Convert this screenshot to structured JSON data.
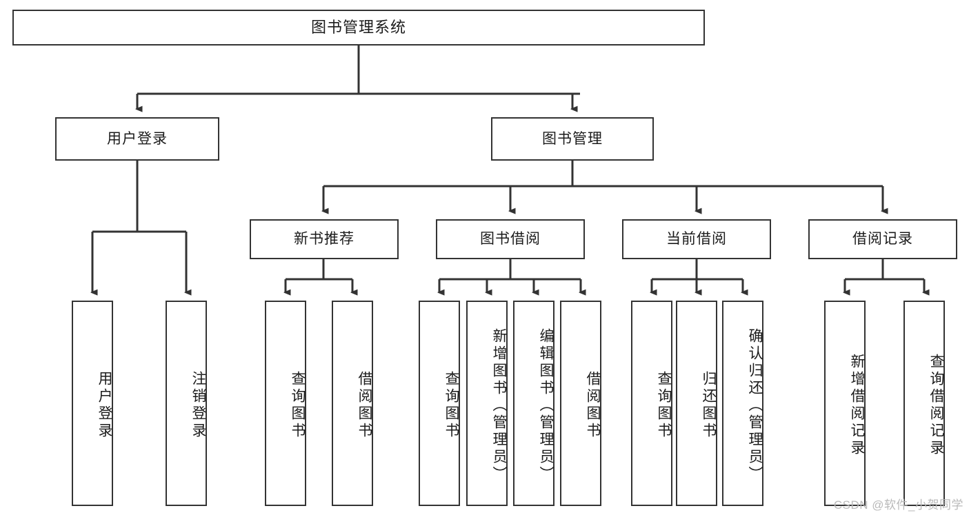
{
  "diagram": {
    "type": "tree",
    "title": "图书管理系统",
    "orientation": "top-down",
    "colors": {
      "background": "#ffffff",
      "line": "#333333",
      "border": "#333333",
      "text": "#1b1b1b",
      "watermark": "#b9b9b9"
    },
    "root": {
      "label": "图书管理系统"
    },
    "level2": [
      {
        "label": "用户登录"
      },
      {
        "label": "图书管理"
      }
    ],
    "level3": [
      {
        "label": "新书推荐"
      },
      {
        "label": "图书借阅"
      },
      {
        "label": "当前借阅"
      },
      {
        "label": "借阅记录"
      }
    ],
    "leaves": {
      "user_login": [
        {
          "label": "用户登录"
        },
        {
          "label": "注销登录"
        }
      ],
      "new_book_recommend": [
        {
          "label": "查询图书"
        },
        {
          "label": "借阅图书"
        }
      ],
      "book_borrow": [
        {
          "label": "查询图书"
        },
        {
          "label": "新增图书（管理员）"
        },
        {
          "label": "编辑图书（管理员）"
        },
        {
          "label": "借阅图书"
        }
      ],
      "current_borrow": [
        {
          "label": "查询图书"
        },
        {
          "label": "归还图书"
        },
        {
          "label": "确认归还（管理员）"
        }
      ],
      "borrow_record": [
        {
          "label": "新增借阅记录"
        },
        {
          "label": "查询借阅记录"
        }
      ]
    }
  },
  "watermark": {
    "text": "CSDN @软件_小贺同学"
  }
}
